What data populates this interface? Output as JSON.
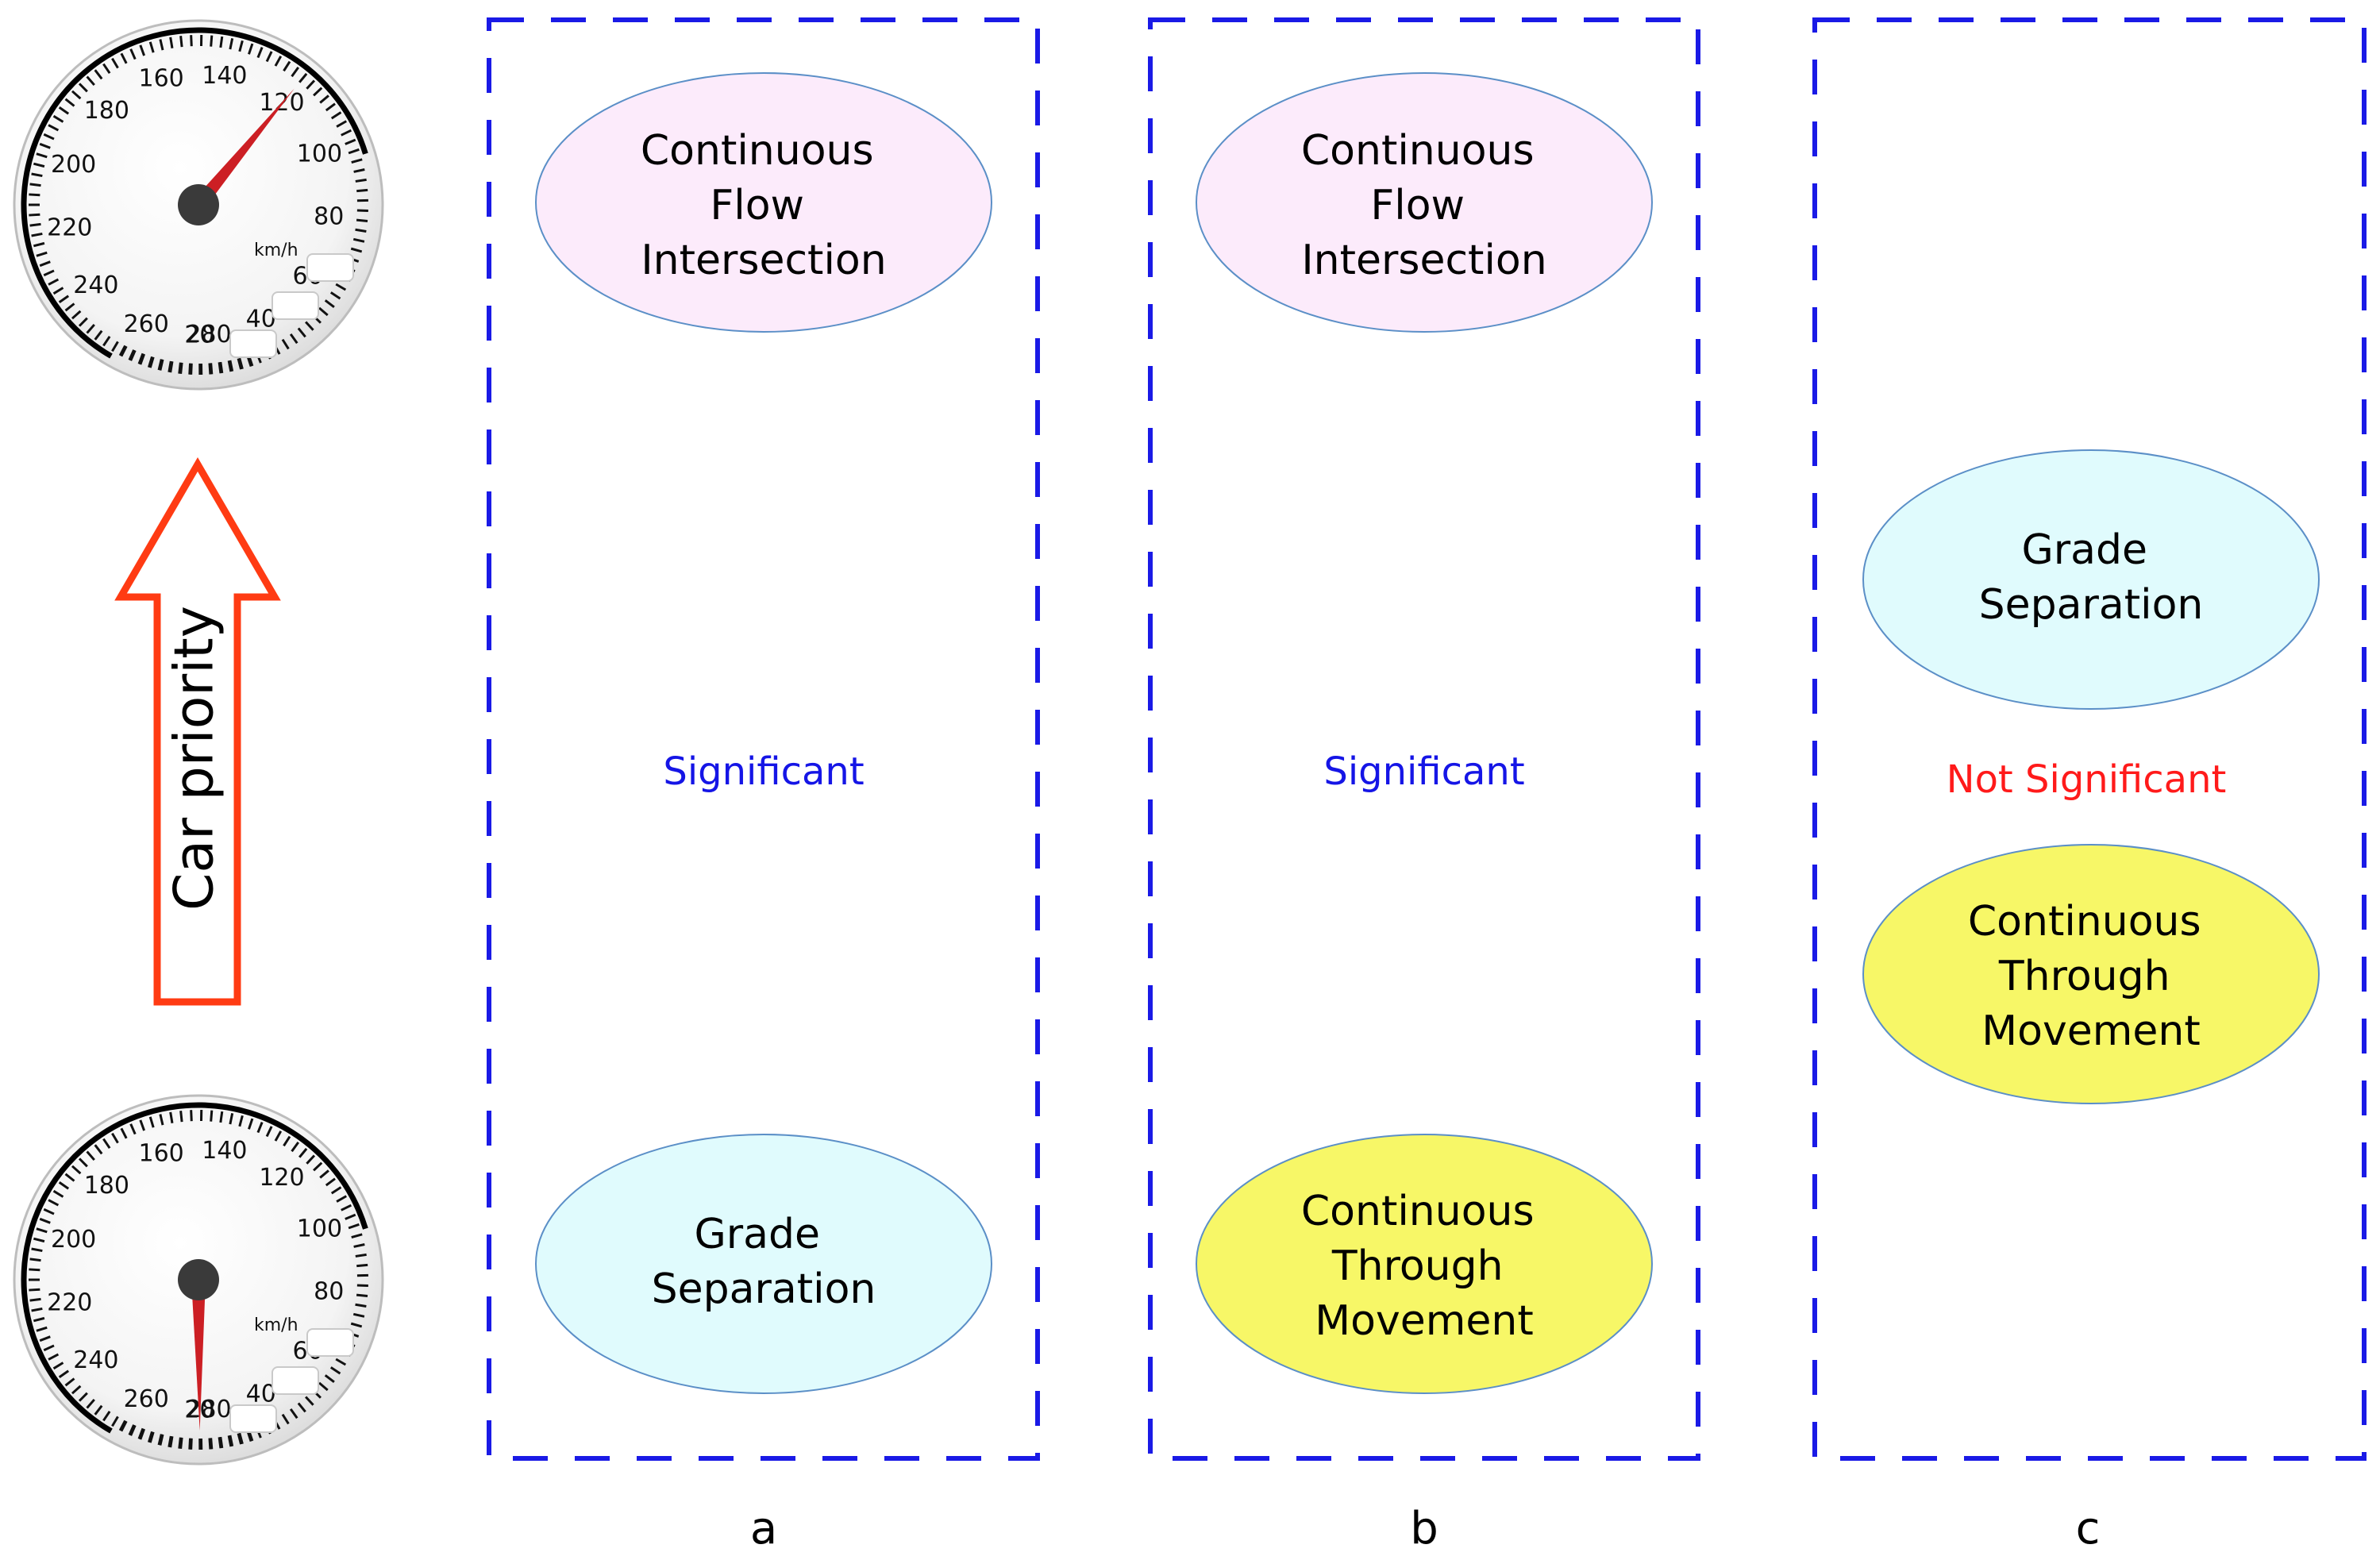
{
  "arrow": {
    "label": "Car priority",
    "color": "#ff3b13"
  },
  "gauges": {
    "unit": "km/h",
    "ticks": [
      "20",
      "40",
      "60",
      "80",
      "100",
      "120",
      "140",
      "160",
      "180",
      "200",
      "220",
      "240",
      "260",
      "280"
    ],
    "top_needle_kmh": 120,
    "bottom_needle_kmh": 20,
    "needle_color": "#cc1f24"
  },
  "panels": [
    {
      "caption": "a",
      "top": {
        "lines": [
          "Continuous",
          "Flow",
          "Intersection"
        ],
        "fill": "#fcebfb"
      },
      "result": "Significant",
      "result_color": "#1515e6",
      "bottom": {
        "lines": [
          "Grade",
          "Separation"
        ],
        "fill": "#e0fbfd"
      }
    },
    {
      "caption": "b",
      "top": {
        "lines": [
          "Continuous",
          "Flow",
          "Intersection"
        ],
        "fill": "#fcebfb"
      },
      "result": "Significant",
      "result_color": "#1515e6",
      "bottom": {
        "lines": [
          "Continuous",
          "Through",
          "Movement"
        ],
        "fill": "#f7f767"
      }
    },
    {
      "caption": "c",
      "top": {
        "lines": [
          "Grade",
          "Separation"
        ],
        "fill": "#e0fbfd"
      },
      "result": "Not Significant",
      "result_color": "#ff1a1a",
      "bottom": {
        "lines": [
          "Continuous",
          "Through",
          "Movement"
        ],
        "fill": "#f7f767"
      }
    }
  ],
  "colors": {
    "dashed_border": "#1a1ae6",
    "ellipse_stroke": "#5b8fc7"
  }
}
